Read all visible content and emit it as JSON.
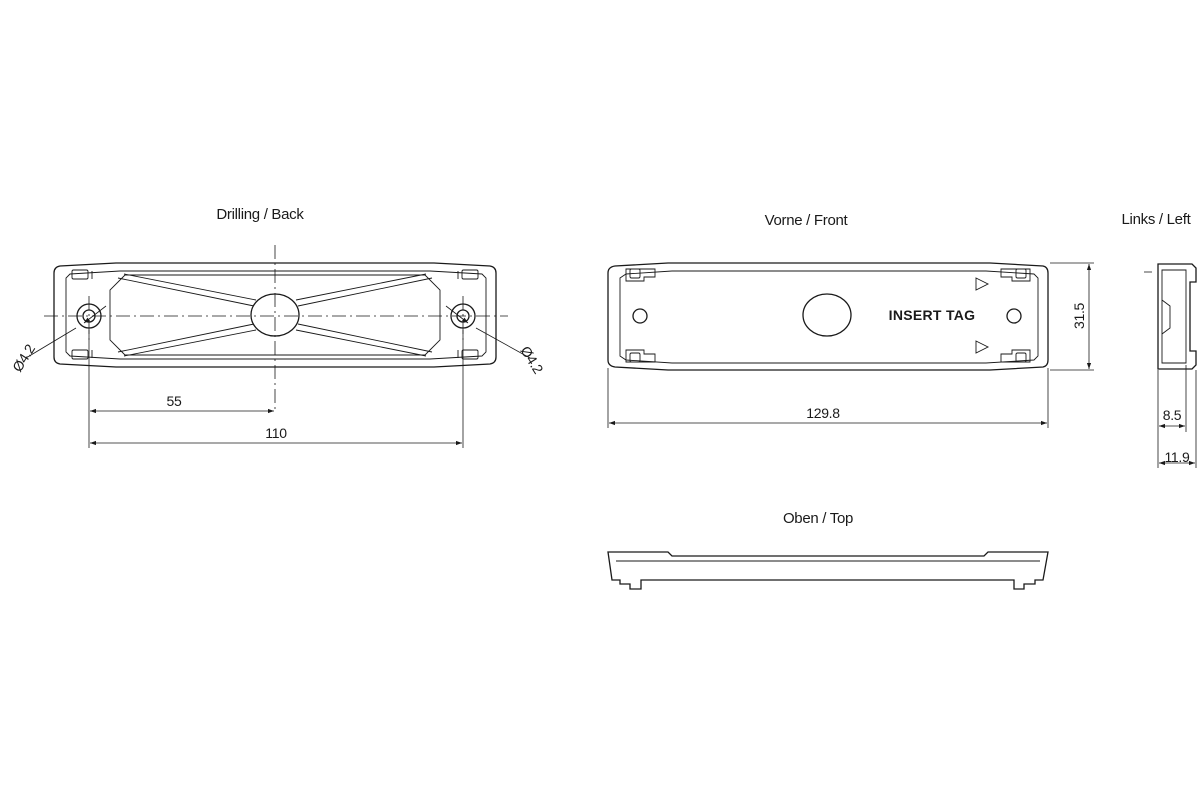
{
  "views": {
    "drilling_back": {
      "title": "Drilling / Back",
      "dim_half_spacing": "55",
      "dim_spacing": "110",
      "hole_dia_left": "Ø4.2",
      "hole_dia_right": "Ø4.2"
    },
    "front": {
      "title": "Vorne / Front",
      "insert_tag": "INSERT TAG",
      "dim_length": "129.8",
      "dim_height": "31.5"
    },
    "left": {
      "title": "Links / Left",
      "dim_depth_inner": "8.5",
      "dim_depth_total": "11.9"
    },
    "top": {
      "title": "Oben / Top"
    }
  }
}
